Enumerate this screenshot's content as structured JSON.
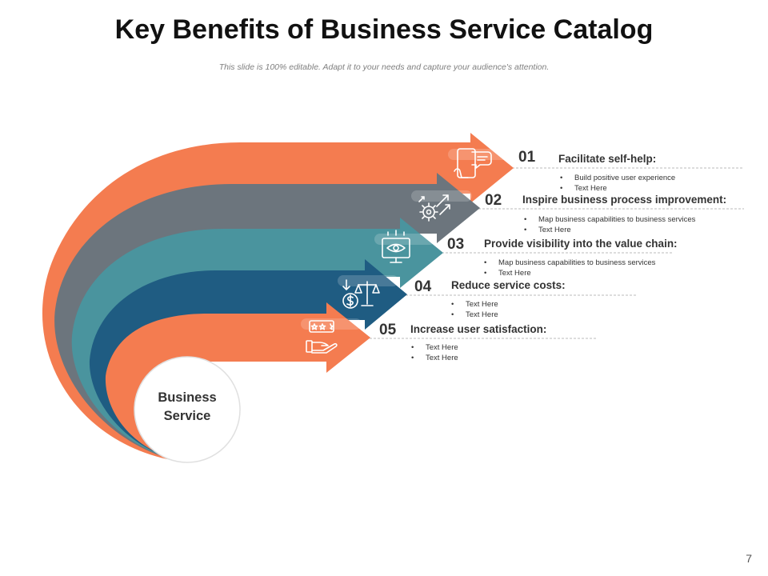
{
  "title": "Key Benefits of Business Service Catalog",
  "subtitle": "This slide is 100% editable. Adapt it to your needs and capture your audience's attention.",
  "center_label": [
    "Business",
    "Service"
  ],
  "page_number": "7",
  "colors": {
    "orange": "#F47C50",
    "gray": "#6C757D",
    "teal": "#4A949E",
    "navy": "#1F5C82",
    "dashed_line": "#bbbbbb",
    "text": "#333333"
  },
  "items": [
    {
      "number": "01",
      "heading": "Facilitate self-help:",
      "bullets": [
        "Build positive user experience",
        "Text Here"
      ],
      "color": "#F47C50",
      "icon": "mobile-chat-icon"
    },
    {
      "number": "02",
      "heading": "Inspire business process improvement:",
      "bullets": [
        "Map business capabilities to business services",
        "Text Here"
      ],
      "color": "#6C757D",
      "icon": "gear-growth-icon"
    },
    {
      "number": "03",
      "heading": "Provide visibility into the value chain:",
      "bullets": [
        "Map business capabilities to business services",
        "Text Here"
      ],
      "color": "#4A949E",
      "icon": "monitor-eye-icon"
    },
    {
      "number": "04",
      "heading": "Reduce service costs:",
      "bullets": [
        "Text Here",
        "Text Here"
      ],
      "color": "#1F5C82",
      "icon": "cost-balance-icon"
    },
    {
      "number": "05",
      "heading": "Increase user satisfaction:",
      "bullets": [
        "Text Here",
        "Text Here"
      ],
      "color": "#F47C50",
      "icon": "hand-rating-icon"
    }
  ]
}
